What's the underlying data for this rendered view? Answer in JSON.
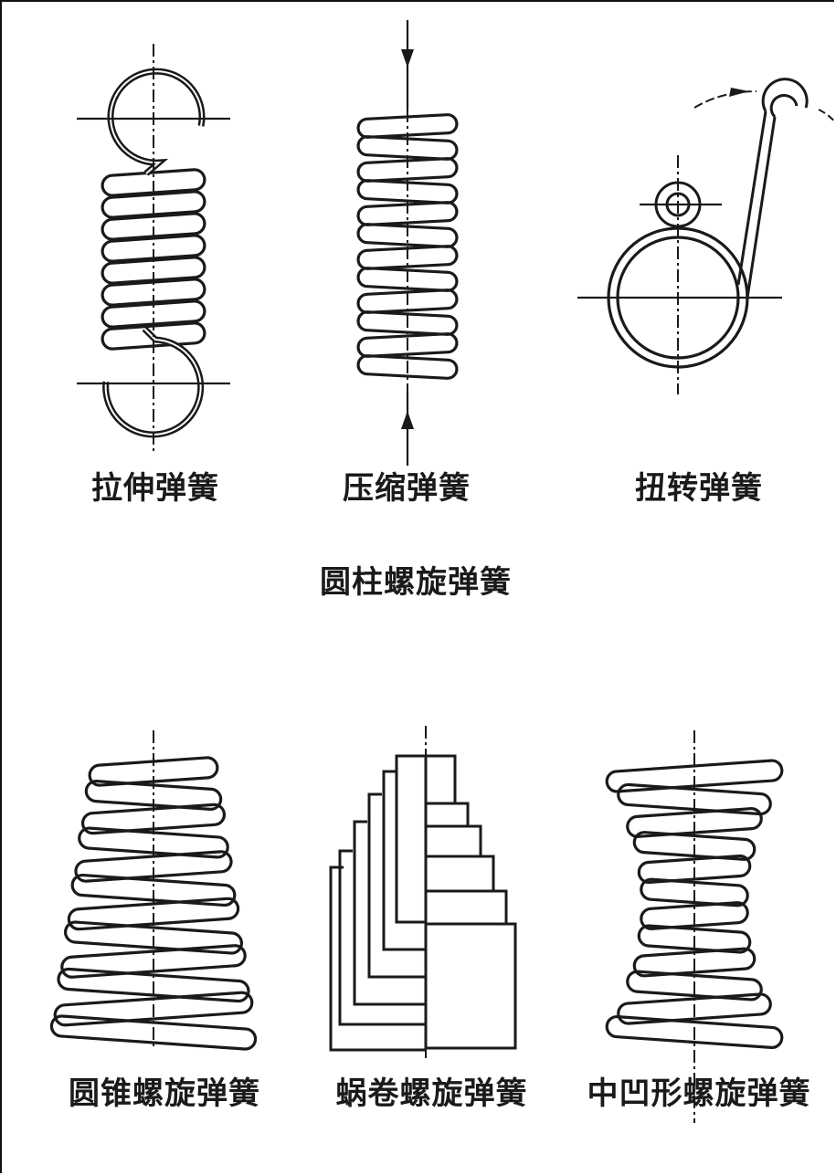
{
  "labels": {
    "extension": "拉伸弹簧",
    "compression": "压缩弹簧",
    "torsion": "扭转弹簧",
    "cylindrical_group": "圆柱螺旋弹簧",
    "conical": "圆锥螺旋弹簧",
    "volute": "蜗卷螺旋弹簧",
    "concave": "中凹形螺旋弹簧"
  },
  "colors": {
    "ink": "#1a1a1a",
    "background": "#ffffff"
  }
}
